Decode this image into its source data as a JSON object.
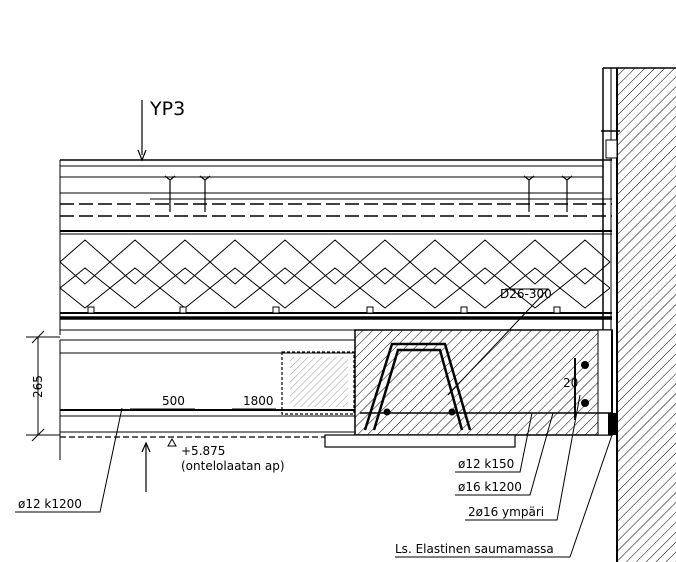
{
  "section_label": "YP3",
  "height_dim": "265",
  "lengths": {
    "a": "500",
    "b": "1800"
  },
  "reinforcement": {
    "bar_bottom": "ø12 k1200",
    "stirrups": "D26-300",
    "cover": "20",
    "bars_k150": "ø12 k150",
    "bars_k1200": "ø16 k1200",
    "perimeter": "2ø16 ympäri"
  },
  "level": {
    "value": "+5.875",
    "note": "(ontelolaatan ap)"
  },
  "sealant": "Ls. Elastinen saumamassa",
  "icons": {
    "section_arrow": "arrow-down-icon",
    "level_marker": "triangle-level-icon"
  }
}
